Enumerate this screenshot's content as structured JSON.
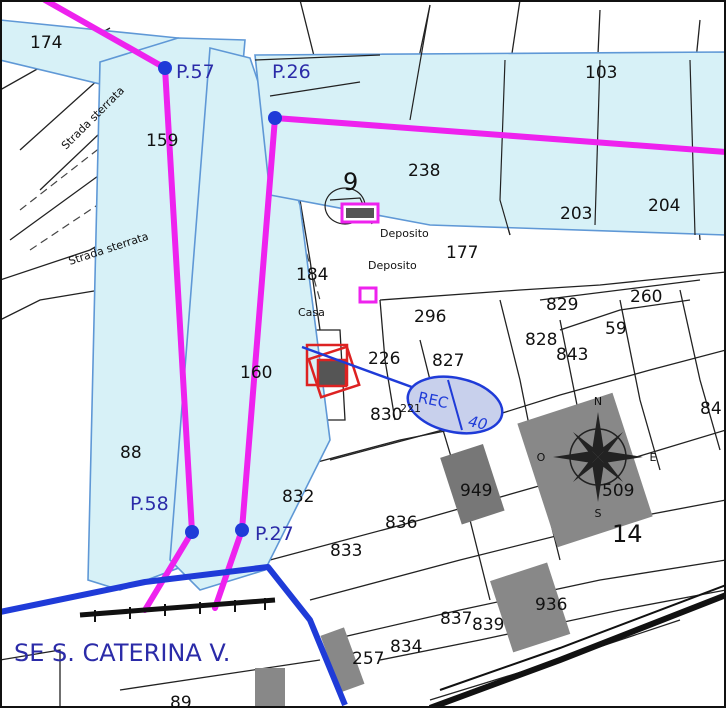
{
  "map": {
    "colors": {
      "corridor_fill": "#d7f1f7",
      "corridor_stroke": "#5f98d6",
      "power_line": "#ee22ee",
      "cable": "#1f3bd8",
      "pole_label": "#2b2ba8",
      "building": "#dd2222"
    },
    "station_label": "SE S. CATERINA V.",
    "poles": [
      {
        "label": "P.57"
      },
      {
        "label": "P.26"
      },
      {
        "label": "P.58"
      },
      {
        "label": "P.27"
      }
    ],
    "receptor": {
      "code": "REC",
      "number": "40"
    },
    "labels": {
      "casa": "Casa",
      "deposito1": "Deposito",
      "deposito2": "Deposito",
      "strada1": "Strada sterrata",
      "strada2": "Strada sterrata"
    },
    "parcels": [
      "174",
      "103",
      "159",
      "238",
      "204",
      "203",
      "9",
      "177",
      "184",
      "296",
      "829",
      "260",
      "828",
      "843",
      "59",
      "226",
      "827",
      "160",
      "830",
      "84",
      "88",
      "949",
      "509",
      "832",
      "836",
      "14",
      "833",
      "837",
      "839",
      "936",
      "257",
      "834",
      "89",
      "221"
    ],
    "compass": {
      "n": "N",
      "s": "S",
      "e": "E",
      "o": "O"
    }
  }
}
